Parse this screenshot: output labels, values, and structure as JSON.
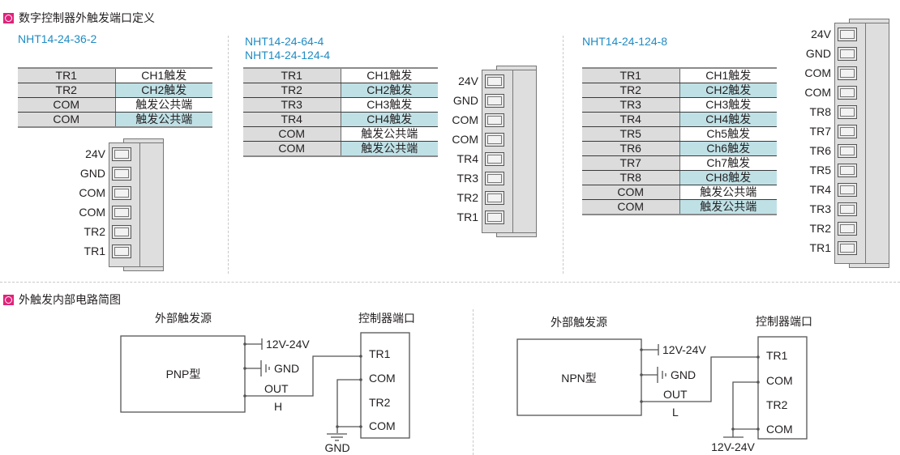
{
  "section1": {
    "title": "数字控制器外触发端口定义"
  },
  "section2": {
    "title": "外触发内部电路简图"
  },
  "colors": {
    "accent": "#e0237a",
    "model_text": "#1f8bc4",
    "row_highlight": "#bfe1e6",
    "key_cell": "#dcdcdc"
  },
  "models": [
    {
      "names": [
        "NHT14-24-36-2"
      ],
      "table": [
        {
          "pin": "TR1",
          "desc": "CH1触发"
        },
        {
          "pin": "TR2",
          "desc": "CH2触发"
        },
        {
          "pin": "COM",
          "desc": "触发公共端"
        },
        {
          "pin": "COM",
          "desc": "触发公共端"
        }
      ],
      "connector_pins": [
        "24V",
        "GND",
        "COM",
        "COM",
        "TR2",
        "TR1"
      ]
    },
    {
      "names": [
        "NHT14-24-64-4",
        "NHT14-24-124-4"
      ],
      "table": [
        {
          "pin": "TR1",
          "desc": "CH1触发"
        },
        {
          "pin": "TR2",
          "desc": "CH2触发"
        },
        {
          "pin": "TR3",
          "desc": "CH3触发"
        },
        {
          "pin": "TR4",
          "desc": "CH4触发"
        },
        {
          "pin": "COM",
          "desc": "触发公共端"
        },
        {
          "pin": "COM",
          "desc": "触发公共端"
        }
      ],
      "connector_pins": [
        "24V",
        "GND",
        "COM",
        "COM",
        "TR4",
        "TR3",
        "TR2",
        "TR1"
      ]
    },
    {
      "names": [
        "NHT14-24-124-8"
      ],
      "table": [
        {
          "pin": "TR1",
          "desc": "CH1触发"
        },
        {
          "pin": "TR2",
          "desc": "CH2触发"
        },
        {
          "pin": "TR3",
          "desc": "CH3触发"
        },
        {
          "pin": "TR4",
          "desc": "CH4触发"
        },
        {
          "pin": "TR5",
          "desc": "Ch5触发"
        },
        {
          "pin": "TR6",
          "desc": "Ch6触发"
        },
        {
          "pin": "TR7",
          "desc": "Ch7触发"
        },
        {
          "pin": "TR8",
          "desc": "CH8触发"
        },
        {
          "pin": "COM",
          "desc": "触发公共端"
        },
        {
          "pin": "COM",
          "desc": "触发公共端"
        }
      ],
      "connector_pins": [
        "24V",
        "GND",
        "COM",
        "COM",
        "TR8",
        "TR7",
        "TR6",
        "TR5",
        "TR4",
        "TR3",
        "TR2",
        "TR1"
      ]
    }
  ],
  "circuits": [
    {
      "source_title": "外部触发源",
      "source_type": "PNP型",
      "supply_label": "12V-24V",
      "gnd_label": "GND",
      "out_label": "OUT",
      "out_level": "H",
      "controller_title": "控制器端口",
      "controller_pins": [
        "TR1",
        "COM",
        "TR2",
        "COM"
      ],
      "com_tie_label": "GND"
    },
    {
      "source_title": "外部触发源",
      "source_type": "NPN型",
      "supply_label": "12V-24V",
      "gnd_label": "GND",
      "out_label": "OUT",
      "out_level": "L",
      "controller_title": "控制器端口",
      "controller_pins": [
        "TR1",
        "COM",
        "TR2",
        "COM"
      ],
      "com_tie_label": "12V-24V"
    }
  ]
}
